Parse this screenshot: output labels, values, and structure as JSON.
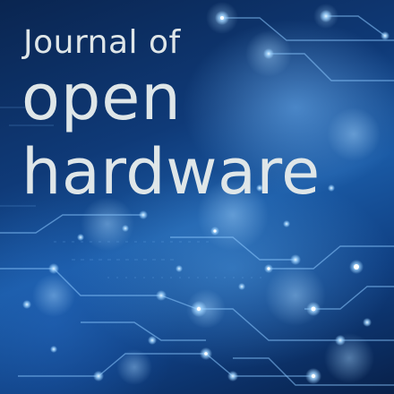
{
  "cover": {
    "title_line_1": "Journal of",
    "title_line_2": "open",
    "title_line_3": "hardware"
  },
  "colors": {
    "background_dark": "#0a2550",
    "background_light": "#1a5aa5",
    "title_text": "#dfe6e8",
    "circuit_glow": "#9fd4ff"
  },
  "background_art": "circuit-board-network-illustration"
}
